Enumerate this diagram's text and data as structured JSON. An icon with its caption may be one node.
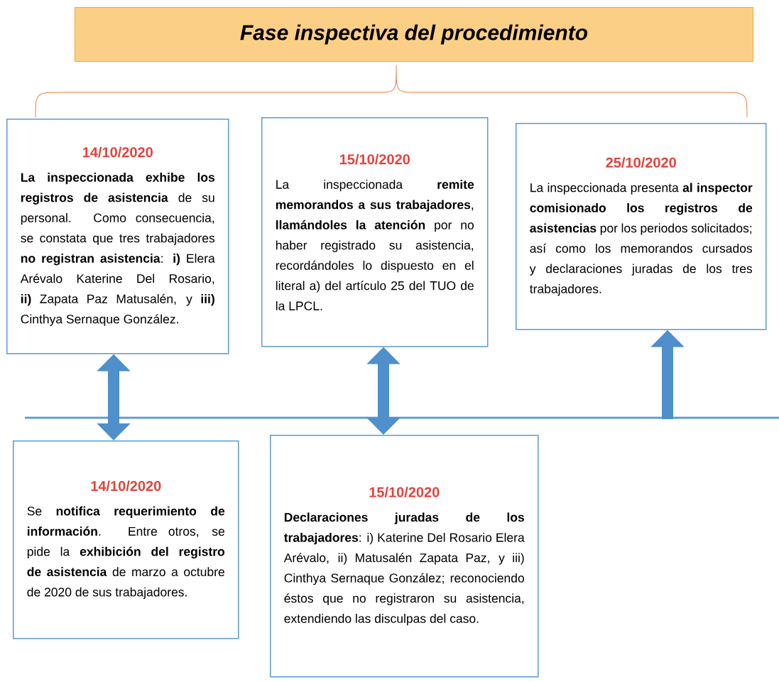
{
  "diagram": {
    "nodes": [
      {
        "text": [
          "Fase inspectiva del procedimiento"
        ]
      },
      {
        "text": [
          "14/10/2020",
          "**La inspeccionada exhibe los registros de asistencia** de su personal. Como consecuencia, se constata que tres trabajadores **no registran asistencia**: **i)** Elera Arévalo Katerine Del Rosario, **ii)** Zapata Paz Matusalén, y **iii)** Cinthya Sernaque González."
        ]
      },
      {
        "text": [
          "15/10/2020",
          "La inspeccionada **remite memorandos a sus trabajadores**, **llamándoles la atención** por no haber registrado su asistencia, recordándoles lo dispuesto en el literal a) del artículo 25 del TUO de la LPCL."
        ]
      },
      {
        "text": [
          "25/10/2020",
          "La inspeccionada presenta **al inspector comisionado los registros de asistencias** por los periodos solicitados; así como los memorandos cursados y declaraciones juradas de los tres trabajadores."
        ]
      },
      {
        "text": [
          "14/10/2020",
          "Se **notifica requerimiento de información**. Entre otros, se pide la **exhibición del registro de asistencia** de marzo a octubre de 2020 de sus trabajadores."
        ]
      },
      {
        "text": [
          "15/10/2020",
          "**Declaraciones juradas de los trabajadores**: i) Katerine Del Rosario Elera Arévalo, ii) Matusalén Zapata Paz, y iii) Cinthya Sernaque González; reconociendo éstos que no registraron su asistencia, extendiendo las disculpas del caso."
        ]
      }
    ],
    "edges": [
      {
        "from": 1,
        "to": 4,
        "arrow": "both"
      },
      {
        "from": 2,
        "to": 5,
        "arrow": "both"
      },
      {
        "from": null,
        "to": 3,
        "arrow": "to"
      }
    ]
  }
}
